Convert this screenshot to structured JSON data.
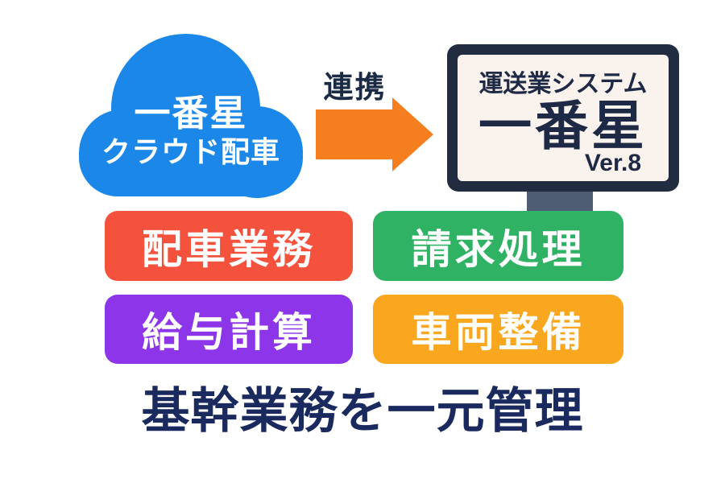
{
  "colors": {
    "background": "#ffffff",
    "cloud": "#1a87e9",
    "arrow": "#f57f1e",
    "link_text": "#1c2b45",
    "monitor_frame": "#212c40",
    "monitor_screen": "#faf2ec",
    "monitor_stand": "#4d5c73",
    "monitor_text": "#1e2a45",
    "caption_text": "#1a2a5e",
    "module_text": "#ffffff"
  },
  "cloud": {
    "line1": "一番星",
    "line2": "クラウド配車"
  },
  "link": {
    "label": "連携"
  },
  "monitor": {
    "header": "運送業システム",
    "product": "一番星",
    "version": "Ver.8"
  },
  "modules": [
    {
      "label": "配車業務",
      "color": "#f4523d"
    },
    {
      "label": "請求処理",
      "color": "#2fb264"
    },
    {
      "label": "給与計算",
      "color": "#8c35e9"
    },
    {
      "label": "車両整備",
      "color": "#f8a71f"
    }
  ],
  "caption": "基幹業務を一元管理"
}
